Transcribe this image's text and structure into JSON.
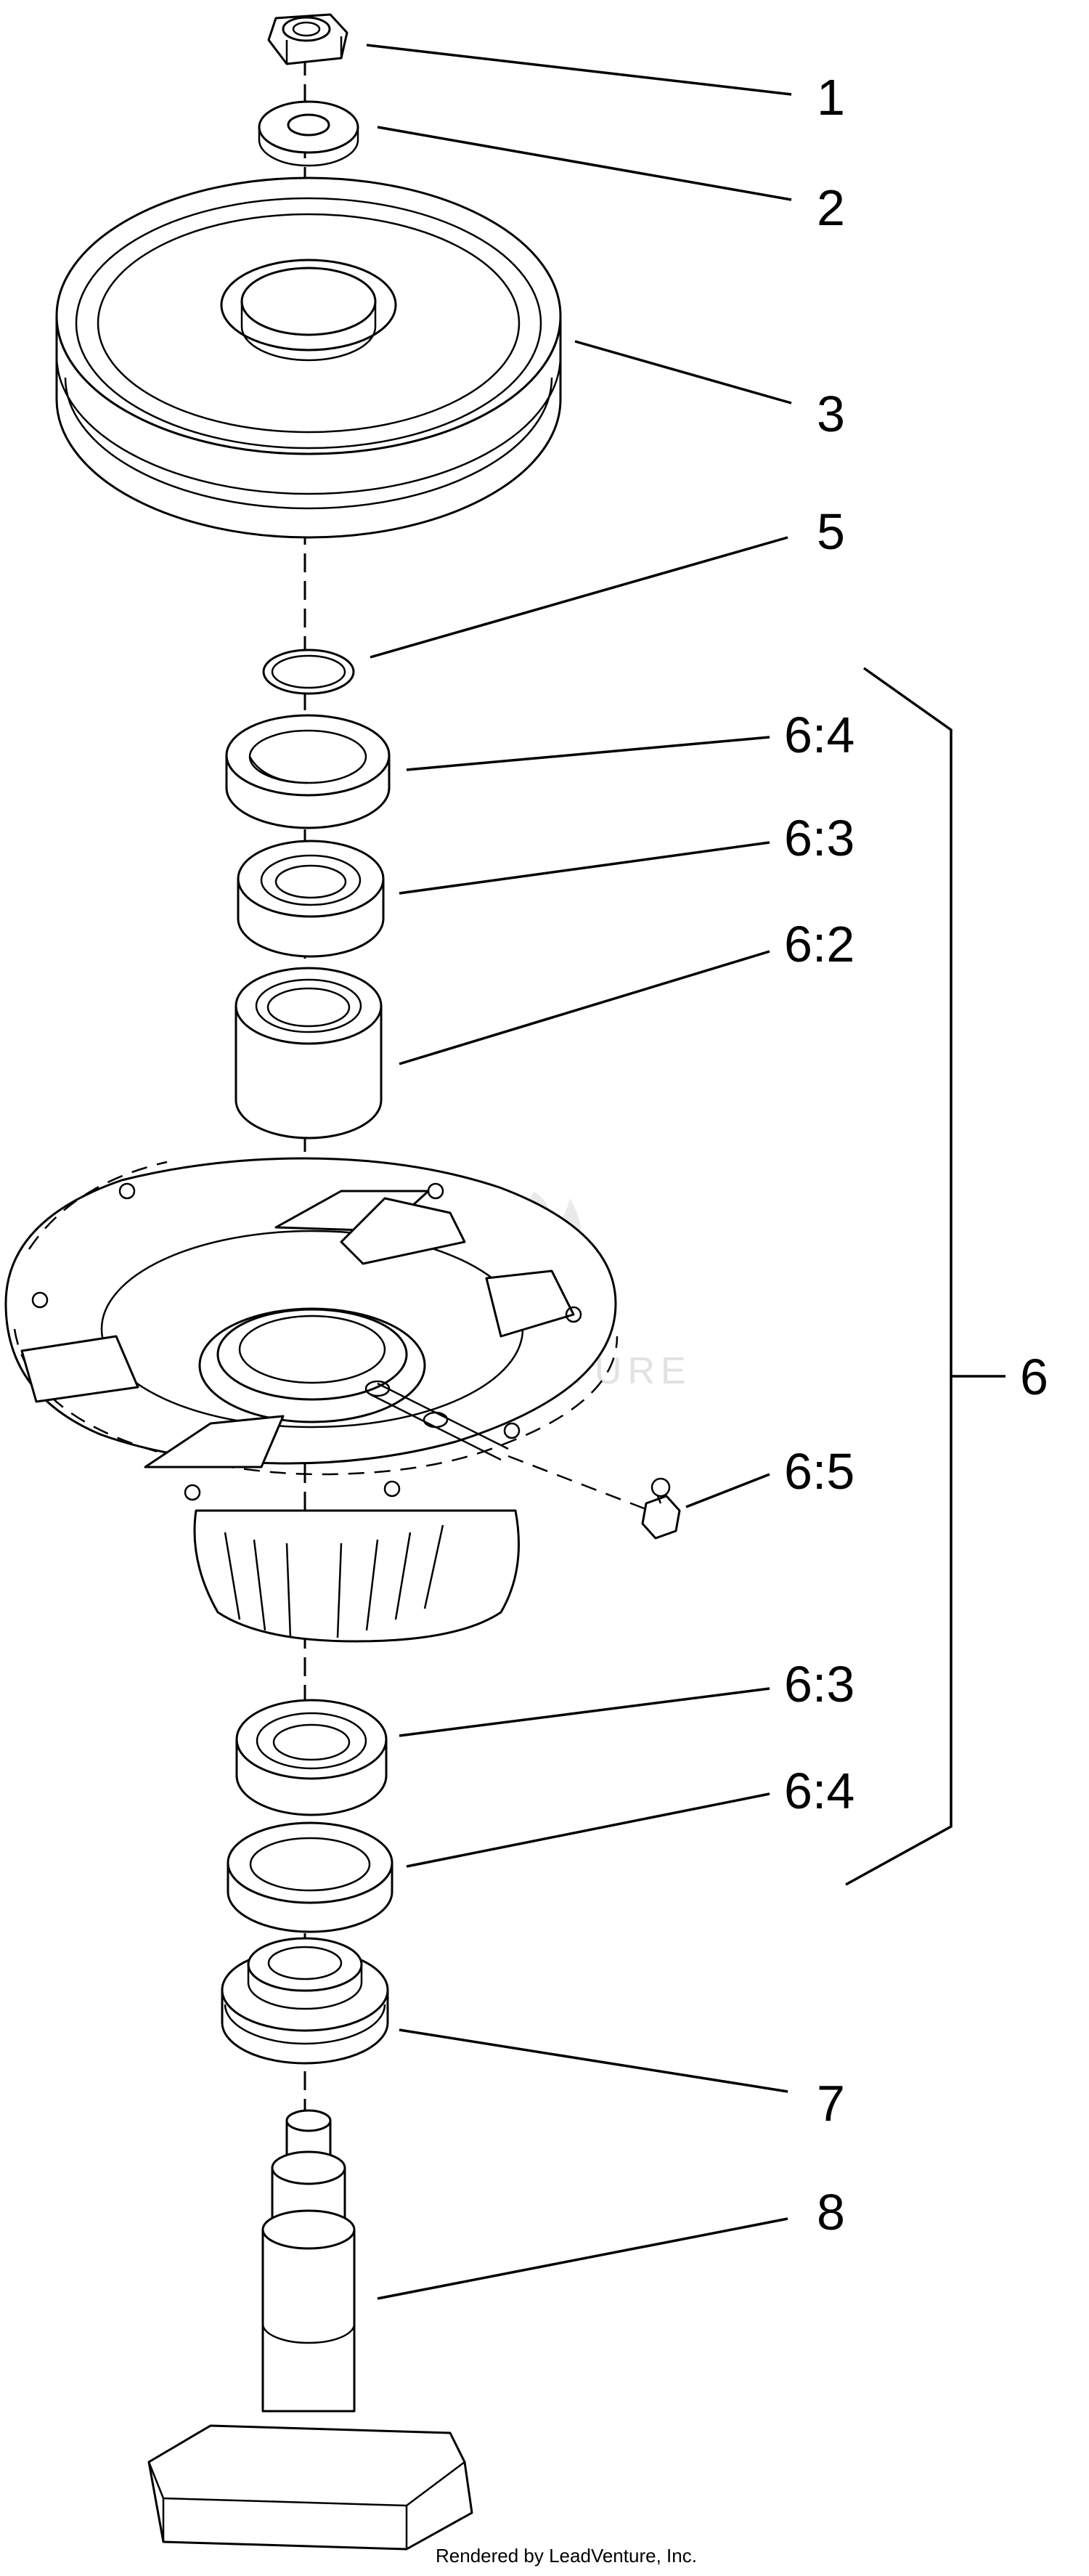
{
  "callouts": {
    "c1": "1",
    "c2": "2",
    "c3": "3",
    "c5": "5",
    "c6_4_top": "6:4",
    "c6_3_top": "6:3",
    "c6_2": "6:2",
    "c6": "6",
    "c6_5": "6:5",
    "c6_3_bottom": "6:3",
    "c6_4_bottom": "6:4",
    "c7": "7",
    "c8": "8"
  },
  "watermark": "ADVENTURE",
  "footer": "Rendered by LeadVenture, Inc."
}
